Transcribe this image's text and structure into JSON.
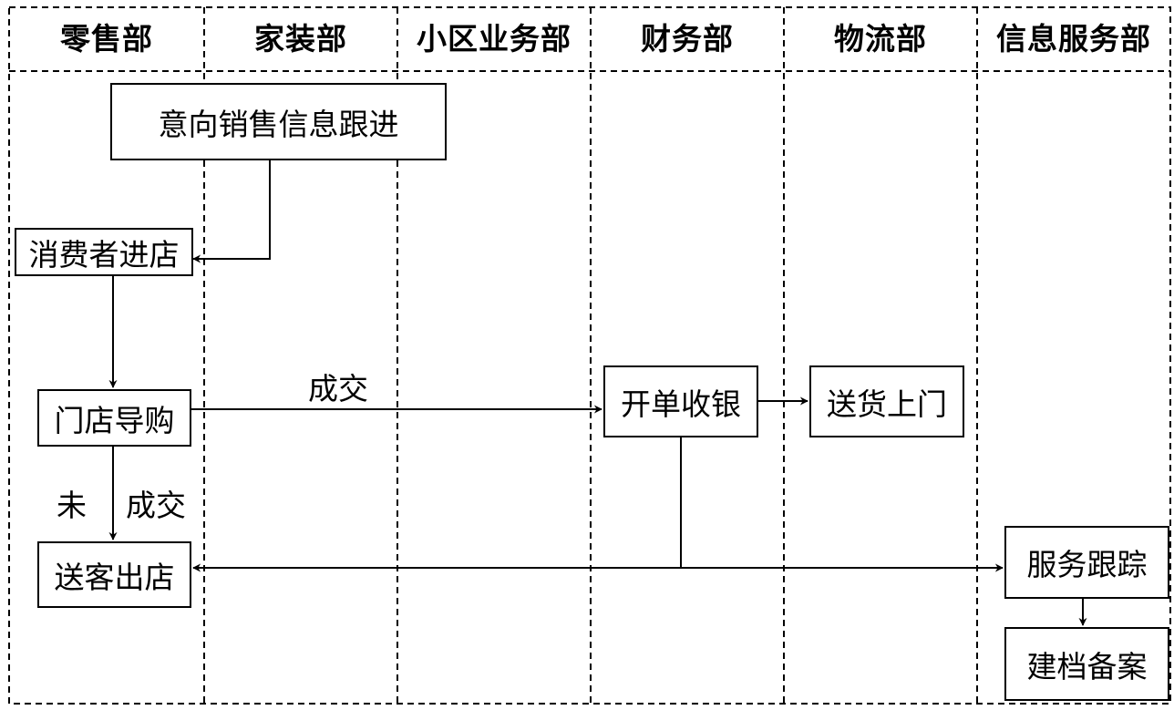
{
  "lanes": [
    "零售部",
    "家装部",
    "小区业务部",
    "财务部",
    "物流部",
    "信息服务部"
  ],
  "nodes": {
    "intent_followup": "意向销售信息跟进",
    "customer_enters": "消费者进店",
    "store_guide": "门店导购",
    "see_off": "送客出店",
    "billing": "开单收银",
    "delivery": "送货上门",
    "service_tracking": "服务跟踪",
    "archive": "建档备案"
  },
  "edge_labels": {
    "deal": "成交",
    "no_deal_left": "未",
    "no_deal_right": "成交"
  }
}
